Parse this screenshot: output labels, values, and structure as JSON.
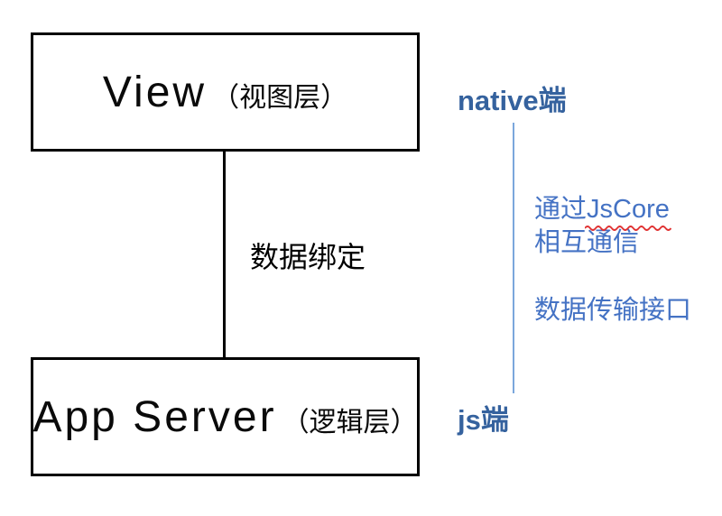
{
  "diagram": {
    "boxes": {
      "view": {
        "title_en": "View",
        "title_zh": "（视图层）"
      },
      "app": {
        "title_en": "App Server",
        "title_zh": "（逻辑层）"
      }
    },
    "connector_label": "数据绑定",
    "right": {
      "top_label": "native端",
      "bottom_label": "js端",
      "note_line1_prefix": "通过",
      "note_line1_underlined": "JsCore",
      "note_line2": "相互通信",
      "note_line3": "数据传输接口"
    },
    "colors": {
      "box_border": "#000000",
      "connector_black": "#000000",
      "side_label_blue": "#35629e",
      "note_blue": "#4472c4",
      "line_blue": "#7ba7dc",
      "squiggle_red": "#e03131",
      "background": "#ffffff"
    }
  }
}
